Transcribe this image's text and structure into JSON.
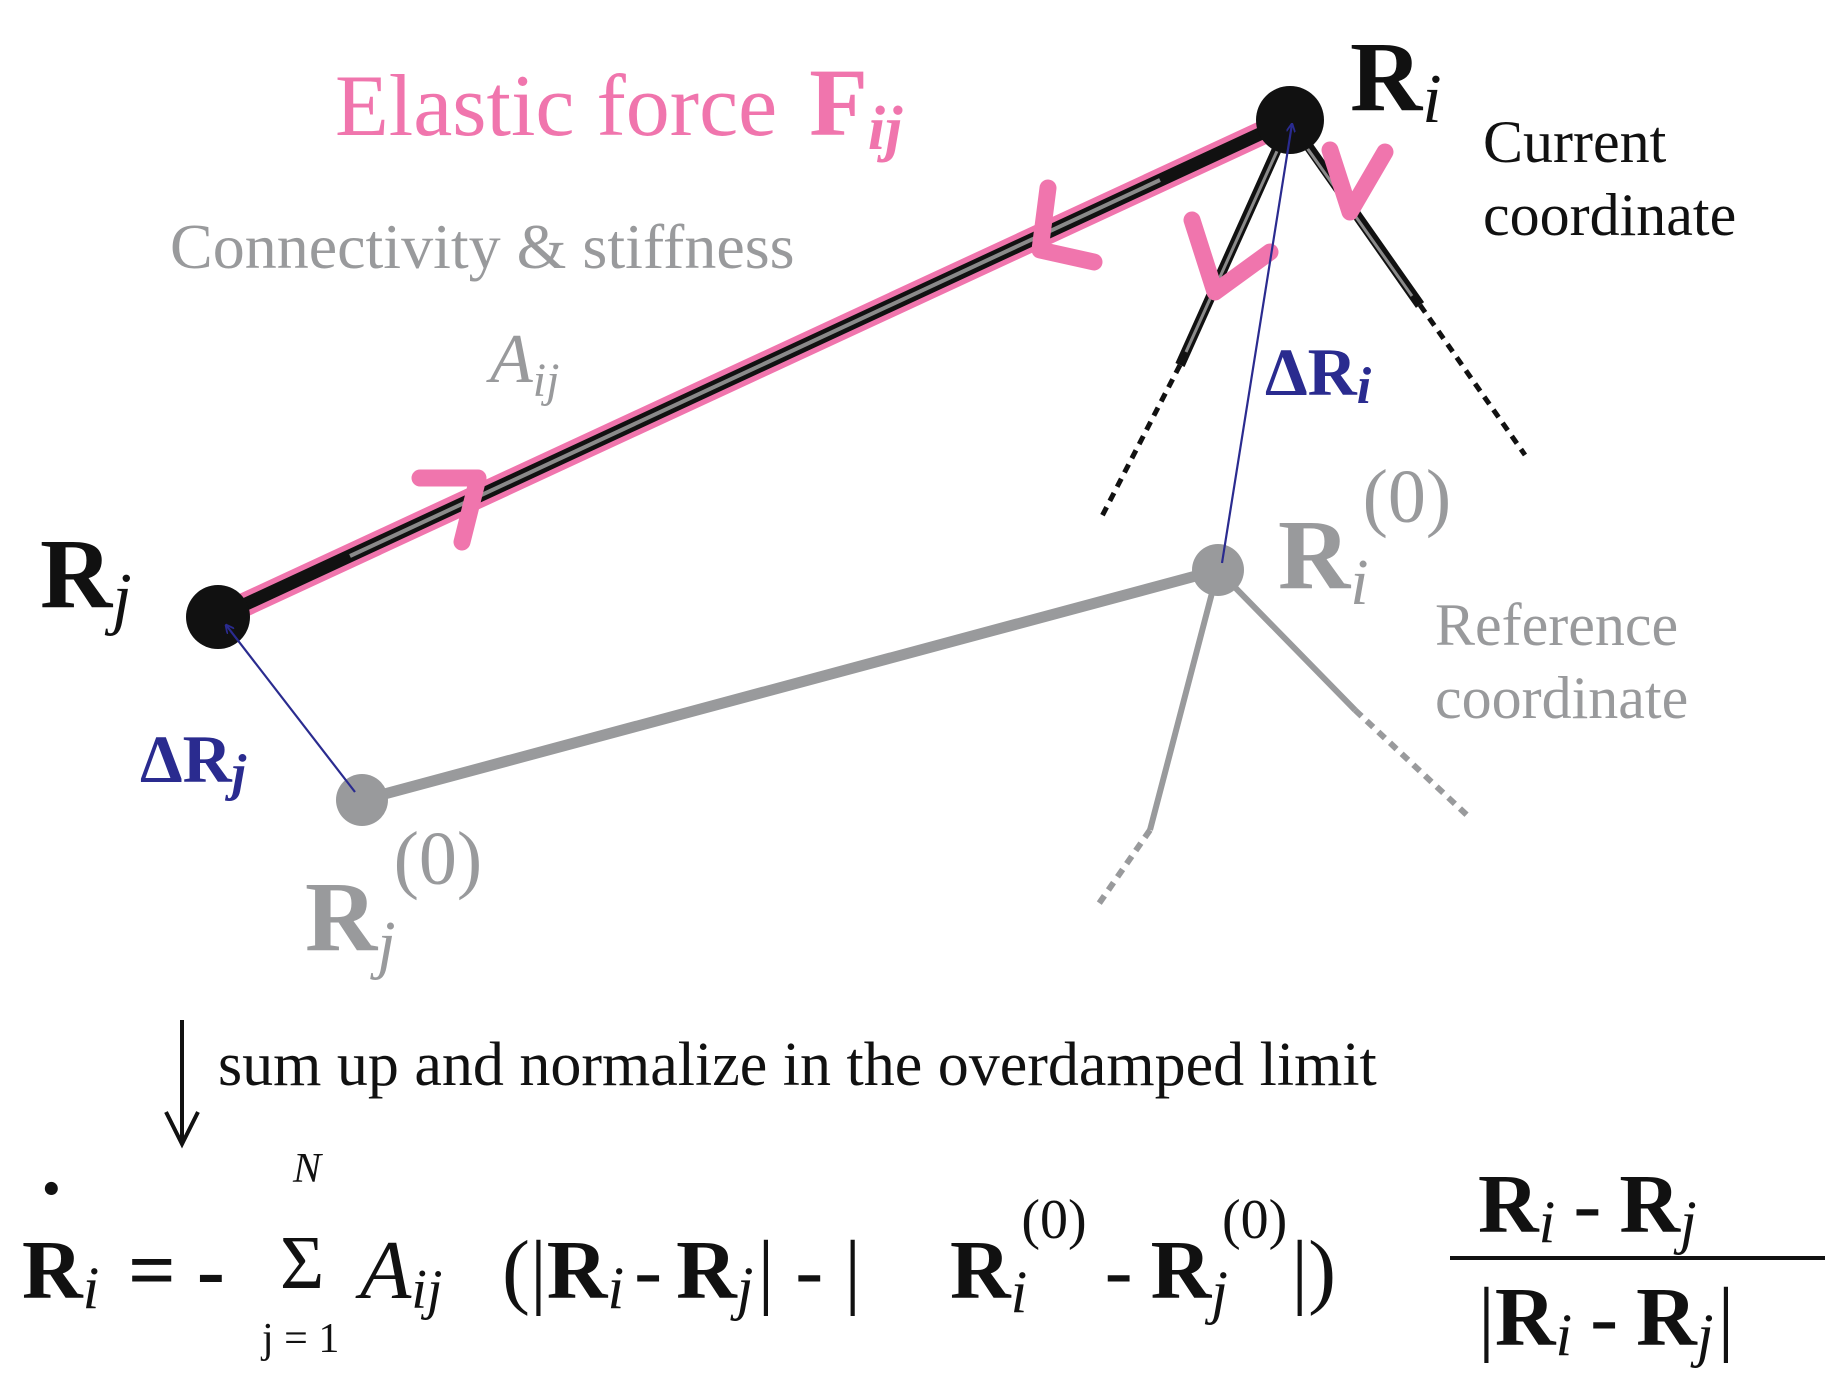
{
  "colors": {
    "black": "#111111",
    "gray": "#999a9c",
    "pink": "#f075ad",
    "blue": "#2a2b8f",
    "midgray": "#7a7a7a"
  },
  "labels": {
    "elastic_force": "Elastic force",
    "F": "F",
    "ij": "ij",
    "connectivity": "Connectivity & stiffness",
    "A": "A",
    "R": "R",
    "i": "i",
    "j": "j",
    "current_1": "Current",
    "current_2": "coordinate",
    "reference_1": "Reference",
    "reference_2": "coordinate",
    "delta": "Δ",
    "zero": "(0)",
    "sum_up": "sum up and normalize in the overdamped limit"
  },
  "equation": {
    "dot": "·",
    "equals_minus": "= -",
    "sigma": "Σ",
    "N": "N",
    "sum_lower": "j = 1",
    "open": "(|",
    "minus": "-",
    "bar_minus_bar": "| - |",
    "close": "|)"
  }
}
